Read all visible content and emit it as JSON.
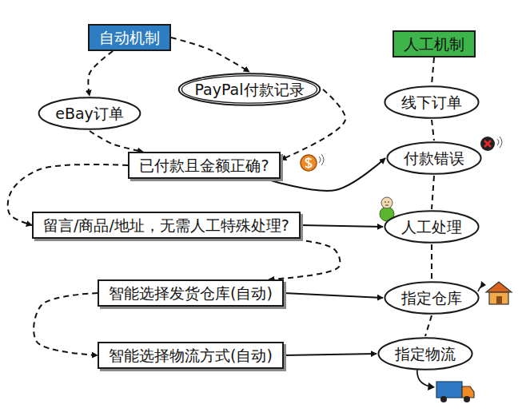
{
  "diagram": {
    "nodes": [
      {
        "text": [
          "自动机制"
        ]
      },
      {
        "text": [
          "人工机制"
        ]
      },
      {
        "text": [
          "eBay订单"
        ]
      },
      {
        "text": [
          "PayPal付款记录"
        ]
      },
      {
        "text": [
          "线下订单"
        ]
      },
      {
        "text": [
          "已付款且金额正确?"
        ]
      },
      {
        "text": [
          "付款错误"
        ]
      },
      {
        "text": [
          "留言/商品/地址，无需人工特殊处理?"
        ]
      },
      {
        "text": [
          "人工处理"
        ]
      },
      {
        "text": [
          "智能选择发货仓库(自动)"
        ]
      },
      {
        "text": [
          "指定仓库"
        ]
      },
      {
        "text": [
          "智能选择物流方式(自动)"
        ]
      },
      {
        "text": [
          "指定物流"
        ]
      }
    ],
    "edges": [
      {
        "from": 0,
        "to": 2,
        "arrow": "to"
      },
      {
        "from": 0,
        "to": 3,
        "arrow": "to"
      },
      {
        "from": 2,
        "to": 5,
        "arrow": "to"
      },
      {
        "from": 3,
        "to": 5,
        "arrow": "to"
      },
      {
        "from": 5,
        "to": 7,
        "arrow": "to"
      },
      {
        "from": 7,
        "to": 9,
        "arrow": "to"
      },
      {
        "from": 9,
        "to": 11,
        "arrow": "to"
      },
      {
        "from": 5,
        "to": 6,
        "arrow": "to"
      },
      {
        "from": 7,
        "to": 8,
        "arrow": "to"
      },
      {
        "from": 9,
        "to": 10,
        "arrow": "to"
      },
      {
        "from": 11,
        "to": 12,
        "arrow": "to"
      },
      {
        "from": 1,
        "to": 4,
        "arrow": "none"
      },
      {
        "from": 4,
        "to": 6,
        "arrow": "none"
      },
      {
        "from": 6,
        "to": 8,
        "arrow": "none"
      },
      {
        "from": 8,
        "to": 10,
        "arrow": "none"
      },
      {
        "from": 10,
        "to": 12,
        "arrow": "none"
      }
    ]
  }
}
